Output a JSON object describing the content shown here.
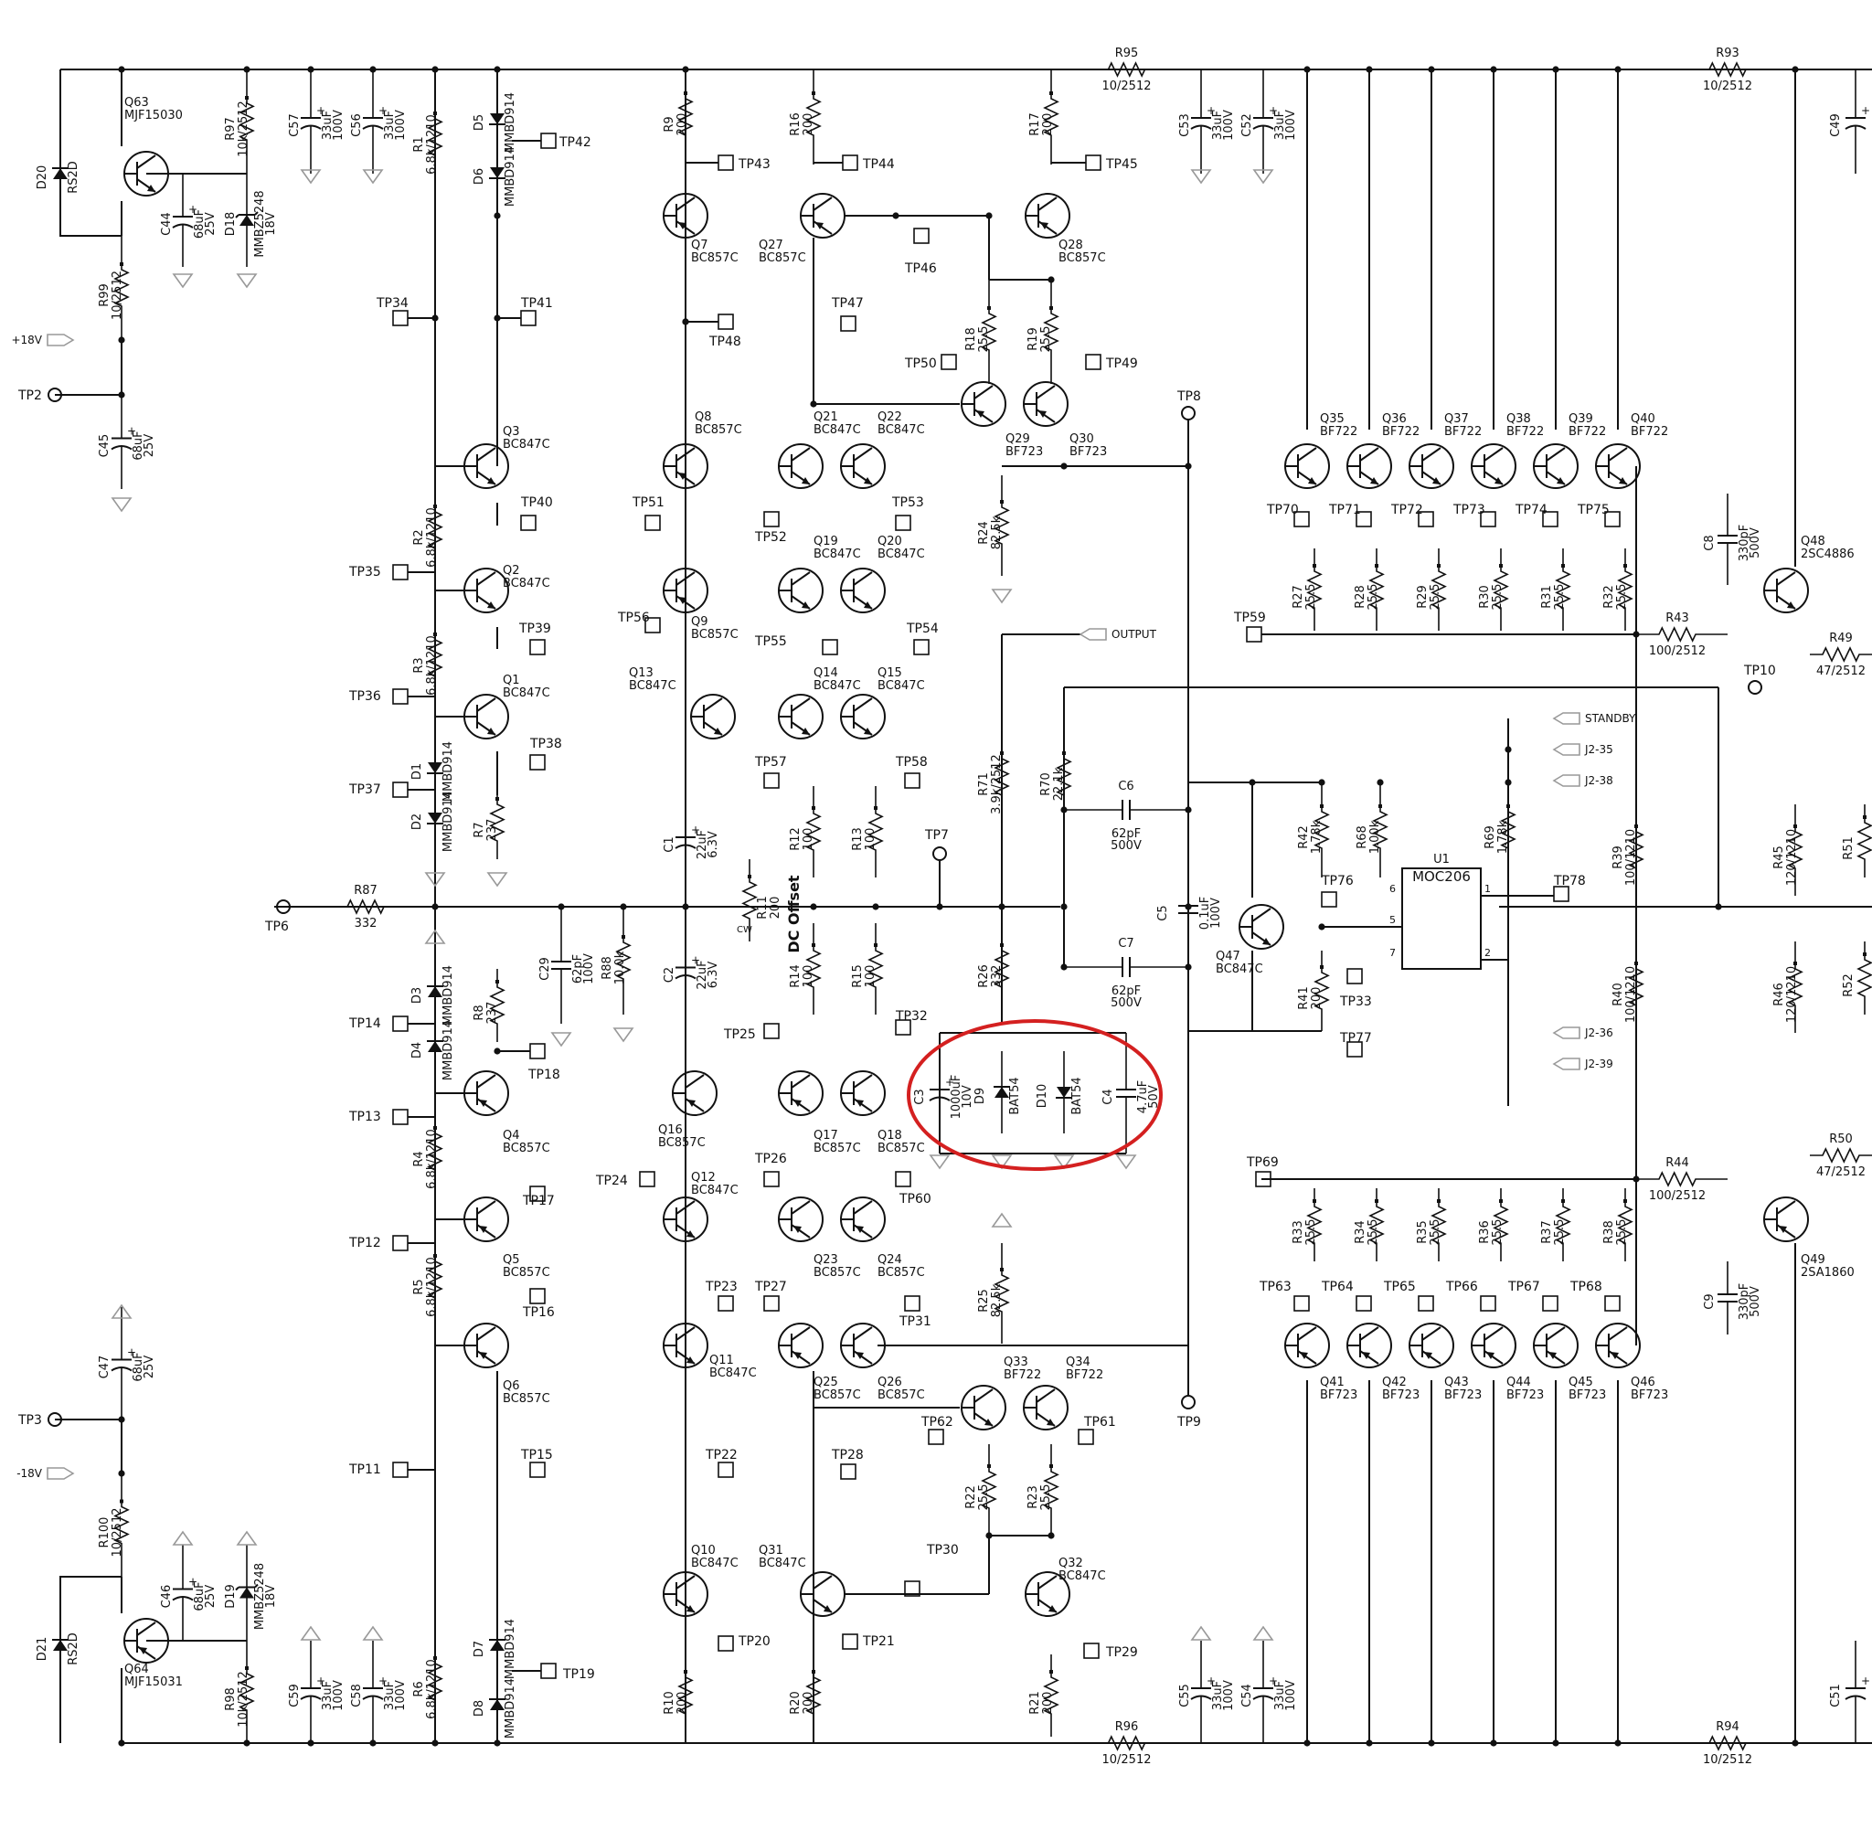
{
  "schematic": {
    "transistors": [
      {
        "ref": "Q63",
        "part": "MJF15030",
        "pol": "npn"
      },
      {
        "ref": "Q64",
        "part": "MJF15031",
        "pol": "pnp"
      },
      {
        "ref": "Q7",
        "part": "BC857C",
        "pol": "pnp"
      },
      {
        "ref": "Q27",
        "part": "BC857C",
        "pol": "pnp"
      },
      {
        "ref": "Q28",
        "part": "BC857C",
        "pol": "pnp"
      },
      {
        "ref": "Q29",
        "part": "BF723",
        "pol": "pnp"
      },
      {
        "ref": "Q30",
        "part": "BF723",
        "pol": "pnp"
      },
      {
        "ref": "Q3",
        "part": "BC847C",
        "pol": "npn"
      },
      {
        "ref": "Q8",
        "part": "BC857C",
        "pol": "pnp"
      },
      {
        "ref": "Q21",
        "part": "BC847C",
        "pol": "npn"
      },
      {
        "ref": "Q22",
        "part": "BC847C",
        "pol": "npn"
      },
      {
        "ref": "Q2",
        "part": "BC847C",
        "pol": "npn"
      },
      {
        "ref": "Q9",
        "part": "BC857C",
        "pol": "pnp"
      },
      {
        "ref": "Q19",
        "part": "BC847C",
        "pol": "npn"
      },
      {
        "ref": "Q20",
        "part": "BC847C",
        "pol": "npn"
      },
      {
        "ref": "Q1",
        "part": "BC847C",
        "pol": "npn"
      },
      {
        "ref": "Q13",
        "part": "BC847C",
        "pol": "npn"
      },
      {
        "ref": "Q14",
        "part": "BC847C",
        "pol": "npn"
      },
      {
        "ref": "Q15",
        "part": "BC847C",
        "pol": "npn"
      },
      {
        "ref": "Q4",
        "part": "BC857C",
        "pol": "pnp"
      },
      {
        "ref": "Q16",
        "part": "BC857C",
        "pol": "pnp"
      },
      {
        "ref": "Q17",
        "part": "BC857C",
        "pol": "pnp"
      },
      {
        "ref": "Q18",
        "part": "BC857C",
        "pol": "pnp"
      },
      {
        "ref": "Q5",
        "part": "BC857C",
        "pol": "pnp"
      },
      {
        "ref": "Q12",
        "part": "BC847C",
        "pol": "npn"
      },
      {
        "ref": "Q23",
        "part": "BC857C",
        "pol": "pnp"
      },
      {
        "ref": "Q24",
        "part": "BC857C",
        "pol": "pnp"
      },
      {
        "ref": "Q6",
        "part": "BC857C",
        "pol": "pnp"
      },
      {
        "ref": "Q11",
        "part": "BC847C",
        "pol": "npn"
      },
      {
        "ref": "Q25",
        "part": "BC857C",
        "pol": "pnp"
      },
      {
        "ref": "Q26",
        "part": "BC857C",
        "pol": "pnp"
      },
      {
        "ref": "Q33",
        "part": "BF722",
        "pol": "npn"
      },
      {
        "ref": "Q34",
        "part": "BF722",
        "pol": "npn"
      },
      {
        "ref": "Q10",
        "part": "BC847C",
        "pol": "npn"
      },
      {
        "ref": "Q31",
        "part": "BC847C",
        "pol": "npn"
      },
      {
        "ref": "Q32",
        "part": "BC847C",
        "pol": "npn"
      },
      {
        "ref": "Q35",
        "part": "BF722",
        "pol": "npn"
      },
      {
        "ref": "Q36",
        "part": "BF722",
        "pol": "npn"
      },
      {
        "ref": "Q37",
        "part": "BF722",
        "pol": "npn"
      },
      {
        "ref": "Q38",
        "part": "BF722",
        "pol": "npn"
      },
      {
        "ref": "Q39",
        "part": "BF722",
        "pol": "npn"
      },
      {
        "ref": "Q40",
        "part": "BF722",
        "pol": "npn"
      },
      {
        "ref": "Q41",
        "part": "BF723",
        "pol": "pnp"
      },
      {
        "ref": "Q42",
        "part": "BF723",
        "pol": "pnp"
      },
      {
        "ref": "Q43",
        "part": "BF723",
        "pol": "pnp"
      },
      {
        "ref": "Q44",
        "part": "BF723",
        "pol": "pnp"
      },
      {
        "ref": "Q45",
        "part": "BF723",
        "pol": "pnp"
      },
      {
        "ref": "Q46",
        "part": "BF723",
        "pol": "pnp"
      },
      {
        "ref": "Q47",
        "part": "BC847C",
        "pol": "npn"
      },
      {
        "ref": "Q48",
        "part": "2SC4886",
        "pol": "npn"
      },
      {
        "ref": "Q49",
        "part": "2SA1860",
        "pol": "pnp"
      }
    ],
    "resistors": [
      {
        "ref": "R95",
        "val": "10/2512"
      },
      {
        "ref": "R93",
        "val": "10/2512"
      },
      {
        "ref": "R96",
        "val": "10/2512"
      },
      {
        "ref": "R94",
        "val": "10/2512"
      },
      {
        "ref": "R97",
        "val": "10k/2512"
      },
      {
        "ref": "R98",
        "val": "10k/2512"
      },
      {
        "ref": "R99",
        "val": "10/2512"
      },
      {
        "ref": "R100",
        "val": "10/2512"
      },
      {
        "ref": "R1",
        "val": "6.8k/1210"
      },
      {
        "ref": "R2",
        "val": "6.8k/1210"
      },
      {
        "ref": "R3",
        "val": "6.8k/1210"
      },
      {
        "ref": "R4",
        "val": "6.8k/1210"
      },
      {
        "ref": "R5",
        "val": "6.8k/1210"
      },
      {
        "ref": "R6",
        "val": "6.8k/1210"
      },
      {
        "ref": "R7",
        "val": "237"
      },
      {
        "ref": "R8",
        "val": "237"
      },
      {
        "ref": "R9",
        "val": "200"
      },
      {
        "ref": "R16",
        "val": "200"
      },
      {
        "ref": "R17",
        "val": "200"
      },
      {
        "ref": "R10",
        "val": "200"
      },
      {
        "ref": "R20",
        "val": "200"
      },
      {
        "ref": "R21",
        "val": "200"
      },
      {
        "ref": "R18",
        "val": "25.5"
      },
      {
        "ref": "R19",
        "val": "25.5"
      },
      {
        "ref": "R22",
        "val": "25.5"
      },
      {
        "ref": "R23",
        "val": "25.5"
      },
      {
        "ref": "R24",
        "val": "82.5k"
      },
      {
        "ref": "R25",
        "val": "82.5k"
      },
      {
        "ref": "R12",
        "val": "100"
      },
      {
        "ref": "R13",
        "val": "100"
      },
      {
        "ref": "R14",
        "val": "100"
      },
      {
        "ref": "R15",
        "val": "100"
      },
      {
        "ref": "R11",
        "val": "200"
      },
      {
        "ref": "R87",
        "val": "332"
      },
      {
        "ref": "R88",
        "val": "10.0k"
      },
      {
        "ref": "R26",
        "val": "332"
      },
      {
        "ref": "R71",
        "val": "3.9k/2512"
      },
      {
        "ref": "R70",
        "val": "22.1k"
      },
      {
        "ref": "R27",
        "val": "25.5"
      },
      {
        "ref": "R28",
        "val": "25.5"
      },
      {
        "ref": "R29",
        "val": "25.5"
      },
      {
        "ref": "R30",
        "val": "25.5"
      },
      {
        "ref": "R31",
        "val": "25.5"
      },
      {
        "ref": "R32",
        "val": "25.5"
      },
      {
        "ref": "R33",
        "val": "25.5"
      },
      {
        "ref": "R34",
        "val": "25.5"
      },
      {
        "ref": "R35",
        "val": "25.5"
      },
      {
        "ref": "R36",
        "val": "25.5"
      },
      {
        "ref": "R37",
        "val": "25.5"
      },
      {
        "ref": "R38",
        "val": "25.5"
      },
      {
        "ref": "R43",
        "val": "100/2512"
      },
      {
        "ref": "R44",
        "val": "100/2512"
      },
      {
        "ref": "R42",
        "val": "1.78k"
      },
      {
        "ref": "R68",
        "val": "1.00k"
      },
      {
        "ref": "R69",
        "val": "1.78k"
      },
      {
        "ref": "R41",
        "val": "200"
      },
      {
        "ref": "R39",
        "val": "100/1210"
      },
      {
        "ref": "R40",
        "val": "100/1210"
      },
      {
        "ref": "R45",
        "val": "120/1210"
      },
      {
        "ref": "R46",
        "val": "120/1210"
      },
      {
        "ref": "R49",
        "val": "47/2512"
      },
      {
        "ref": "R50",
        "val": "47/2512"
      },
      {
        "ref": "R51",
        "val": ""
      },
      {
        "ref": "R52",
        "val": ""
      }
    ],
    "capacitors": [
      {
        "ref": "C57",
        "val": "33uF",
        "v": "100V"
      },
      {
        "ref": "C56",
        "val": "33uF",
        "v": "100V"
      },
      {
        "ref": "C59",
        "val": "33uF",
        "v": "100V"
      },
      {
        "ref": "C58",
        "val": "33uF",
        "v": "100V"
      },
      {
        "ref": "C53",
        "val": "33uF",
        "v": "100V"
      },
      {
        "ref": "C52",
        "val": "33uF",
        "v": "100V"
      },
      {
        "ref": "C55",
        "val": "33uF",
        "v": "100V"
      },
      {
        "ref": "C54",
        "val": "33uF",
        "v": "100V"
      },
      {
        "ref": "C44",
        "val": "68uF",
        "v": "25V"
      },
      {
        "ref": "C45",
        "val": "68uF",
        "v": "25V"
      },
      {
        "ref": "C46",
        "val": "68uF",
        "v": "25V"
      },
      {
        "ref": "C47",
        "val": "68uF",
        "v": "25V"
      },
      {
        "ref": "C1",
        "val": "22uF",
        "v": "6.3V"
      },
      {
        "ref": "C2",
        "val": "22uF",
        "v": "6.3V"
      },
      {
        "ref": "C29",
        "val": "62pF",
        "v": "100V"
      },
      {
        "ref": "C6",
        "val": "62pF",
        "v": "500V"
      },
      {
        "ref": "C7",
        "val": "62pF",
        "v": "500V"
      },
      {
        "ref": "C5",
        "val": "0.1uF",
        "v": "100V"
      },
      {
        "ref": "C3",
        "val": "1000uF",
        "v": "10V"
      },
      {
        "ref": "C4",
        "val": "4.7uF",
        "v": "50V"
      },
      {
        "ref": "C8",
        "val": "330pF",
        "v": "500V"
      },
      {
        "ref": "C9",
        "val": "330pF",
        "v": "500V"
      },
      {
        "ref": "C49",
        "val": "",
        "v": ""
      },
      {
        "ref": "C51",
        "val": "",
        "v": ""
      }
    ],
    "diodes": [
      {
        "ref": "D20",
        "part": "RS2D"
      },
      {
        "ref": "D21",
        "part": "RS2D"
      },
      {
        "ref": "D18",
        "part": "MMBZ5248",
        "v": "18V"
      },
      {
        "ref": "D19",
        "part": "MMBZ5248",
        "v": "18V"
      },
      {
        "ref": "D5",
        "part": "MMBD914"
      },
      {
        "ref": "D6",
        "part": "MMBD914"
      },
      {
        "ref": "D1",
        "part": "MMBD914"
      },
      {
        "ref": "D2",
        "part": "MMBD914"
      },
      {
        "ref": "D3",
        "part": "MMBD914"
      },
      {
        "ref": "D4",
        "part": "MMBD914"
      },
      {
        "ref": "D7",
        "part": "MMBD914"
      },
      {
        "ref": "D8",
        "part": "MMBD914"
      },
      {
        "ref": "D9",
        "part": "BAT54"
      },
      {
        "ref": "D10",
        "part": "BAT54"
      }
    ],
    "opto": {
      "ref": "U1",
      "part": "MOC206",
      "pins": [
        "1",
        "2",
        "5",
        "6",
        "7"
      ]
    },
    "ports": {
      "plus18": "+18V",
      "minus18": "-18V",
      "output": "OUTPUT",
      "standby": "STANDBY",
      "j2_35": "J2-35",
      "j2_38": "J2-38",
      "j2_36": "J2-36",
      "j2_39": "J2-39"
    },
    "dc_offset_label": "DC Offset",
    "pot_cw": "CW",
    "test_points": [
      "TP2",
      "TP3",
      "TP6",
      "TP7",
      "TP8",
      "TP9",
      "TP10",
      "TP11",
      "TP12",
      "TP13",
      "TP14",
      "TP15",
      "TP16",
      "TP17",
      "TP18",
      "TP19",
      "TP20",
      "TP21",
      "TP22",
      "TP23",
      "TP24",
      "TP25",
      "TP26",
      "TP27",
      "TP28",
      "TP29",
      "TP30",
      "TP31",
      "TP32",
      "TP33",
      "TP34",
      "TP35",
      "TP36",
      "TP37",
      "TP38",
      "TP39",
      "TP40",
      "TP41",
      "TP42",
      "TP43",
      "TP44",
      "TP45",
      "TP46",
      "TP47",
      "TP48",
      "TP49",
      "TP50",
      "TP51",
      "TP52",
      "TP53",
      "TP54",
      "TP55",
      "TP56",
      "TP57",
      "TP58",
      "TP59",
      "TP60",
      "TP61",
      "TP62",
      "TP63",
      "TP64",
      "TP65",
      "TP66",
      "TP67",
      "TP68",
      "TP69",
      "TP70",
      "TP71",
      "TP72",
      "TP73",
      "TP74",
      "TP75",
      "TP76",
      "TP77",
      "TP78"
    ],
    "highlight_color": "#d42020"
  }
}
